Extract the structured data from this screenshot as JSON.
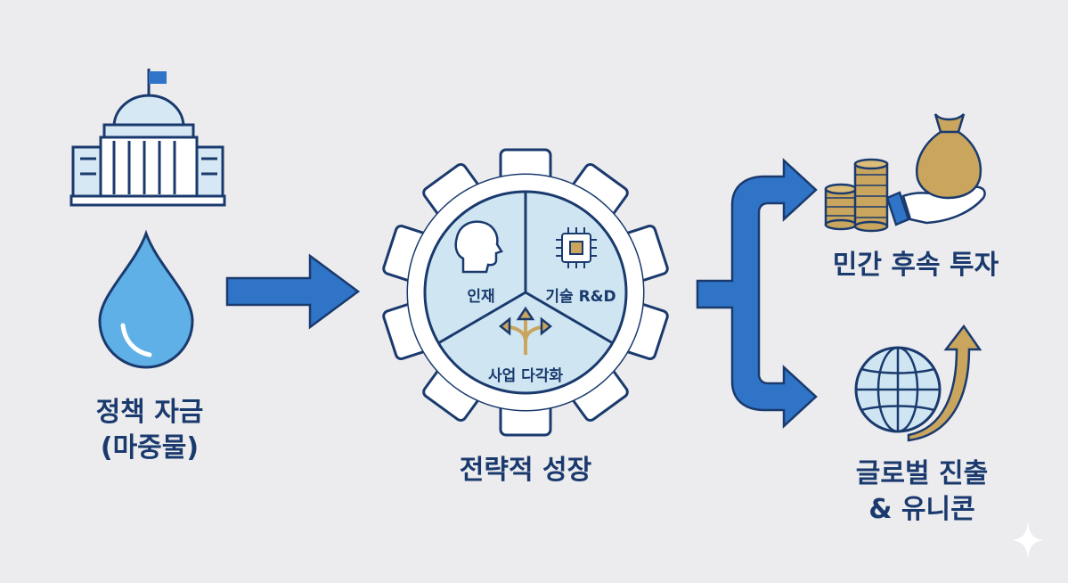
{
  "left": {
    "line1": "정책 자금",
    "line2": "(마중물)"
  },
  "center": {
    "title": "전략적 성장",
    "segments": {
      "talent": "인재",
      "tech": "기술 R&D",
      "diversify": "사업 다각화"
    }
  },
  "right": {
    "top_label": "민간 후속 투자",
    "bottom_line1": "글로벌 진출",
    "bottom_line2": "& 유니콘"
  },
  "colors": {
    "navy": "#1a3a6e",
    "blue_arrow": "#2f74c6",
    "light_blue": "#cfe6f2",
    "drop_blue": "#5fb0e6",
    "gold": "#c9a55e"
  }
}
